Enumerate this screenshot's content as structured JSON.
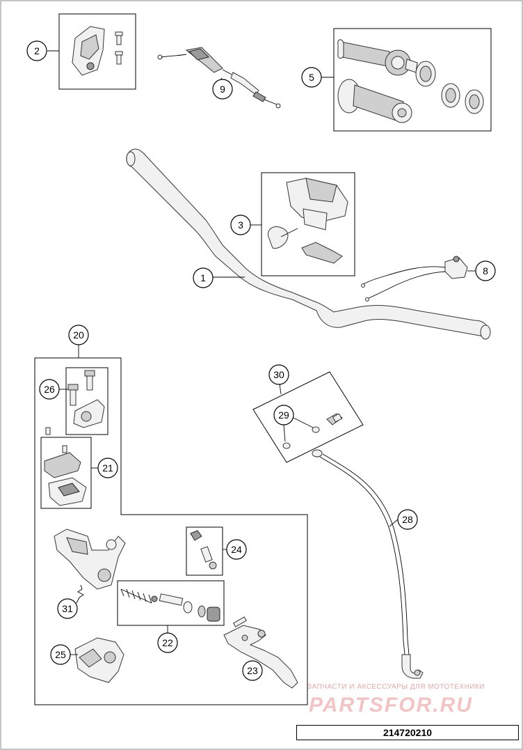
{
  "drawing_number": "214720210",
  "watermark": {
    "tagline": "ЗАПЧАСТИ И АКСЕССУАРЫ ДЛЯ МОТОТЕХНИКИ",
    "logo": "PARTSFOR.RU"
  },
  "callouts": {
    "c1": "1",
    "c2": "2",
    "c3": "3",
    "c5": "5",
    "c8": "8",
    "c9": "9",
    "c20": "20",
    "c21": "21",
    "c22": "22",
    "c23": "23",
    "c24": "24",
    "c25": "25",
    "c26": "26",
    "c28": "28",
    "c29": "29",
    "c30": "30",
    "c31": "31"
  }
}
